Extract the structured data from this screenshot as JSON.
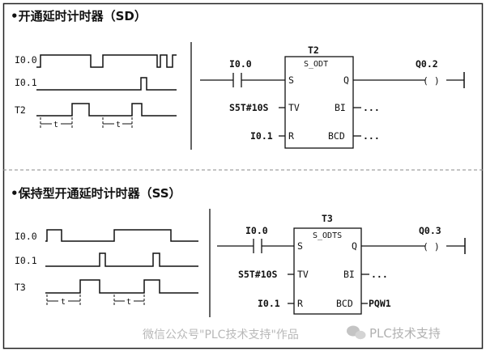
{
  "sections": [
    {
      "title": "•开通延时计时器（SD）",
      "signals": [
        "I0.0",
        "I0.1",
        "T2"
      ],
      "interval_label": "t",
      "timer": {
        "name": "T2",
        "type": "S_ODT",
        "input_contact": "I0.0",
        "preset": "S5T#10S",
        "reset_contact": "I0.1",
        "pins": {
          "s": "S",
          "tv": "TV",
          "r": "R",
          "q": "Q",
          "bi": "BI",
          "bcd": "BCD"
        },
        "bi_output": "...",
        "bcd_output": "...",
        "coil": "Q0.2",
        "coil_symbol": "( )"
      }
    },
    {
      "title": "•保持型开通延时计时器（SS）",
      "signals": [
        "I0.0",
        "I0.1",
        "T3"
      ],
      "interval_label": "t",
      "timer": {
        "name": "T3",
        "type": "S_ODTS",
        "input_contact": "I0.0",
        "preset": "S5T#10S",
        "reset_contact": "I0.1",
        "pins": {
          "s": "S",
          "tv": "TV",
          "r": "R",
          "q": "Q",
          "bi": "BI",
          "bcd": "BCD"
        },
        "bi_output": "...",
        "bcd_output": "PQW1",
        "coil": "Q0.3",
        "coil_symbol": "( )"
      }
    }
  ],
  "watermark": {
    "text": "微信公众号\"PLC技术支持\"作品",
    "brand": "PLC技术支持"
  }
}
